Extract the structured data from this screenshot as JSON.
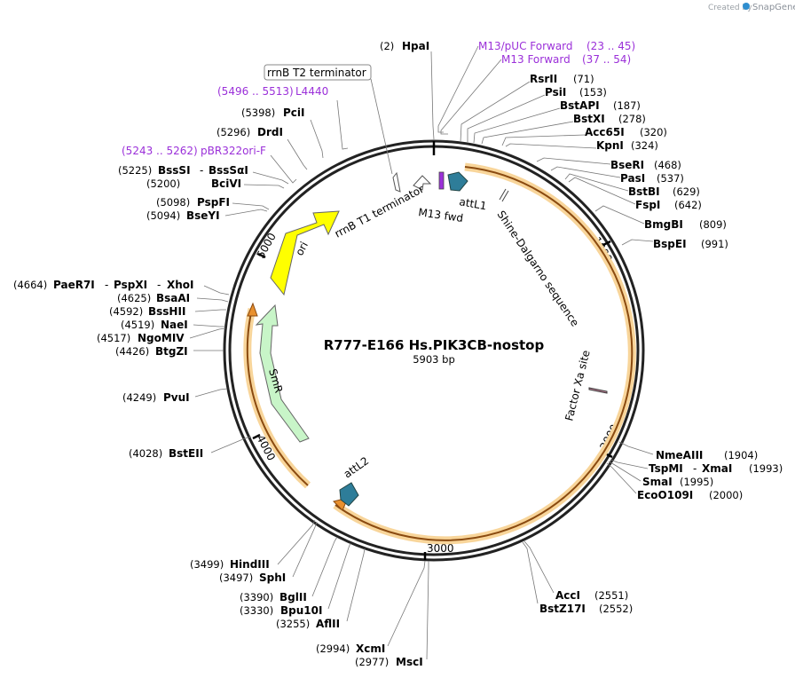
{
  "credit": {
    "prefix": "Created by",
    "brand": "SnapGene"
  },
  "plasmid": {
    "name": "R777-E166 Hs.PIK3CB-nostop",
    "size_label": "5903 bp",
    "length": 5903
  },
  "ticks": [
    "1000",
    "2000",
    "3000",
    "4000",
    "5000"
  ],
  "colors": {
    "backbone": "#222222",
    "orf": "#e8902e",
    "orf_glow": "#f8d59a",
    "ori": "#ffff00",
    "smr": "#c8f5c8",
    "attl": "#2e7d99",
    "purple": "#9b30d9"
  },
  "sites_right": [
    {
      "name": "RsrII",
      "pos": "(71)"
    },
    {
      "name": "PsiI",
      "pos": "(153)"
    },
    {
      "name": "BstAPI",
      "pos": "(187)"
    },
    {
      "name": "BstXI",
      "pos": "(278)"
    },
    {
      "name": "Acc65I",
      "pos": "(320)"
    },
    {
      "name": "KpnI",
      "pos": "(324)"
    },
    {
      "name": "BseRI",
      "pos": "(468)"
    },
    {
      "name": "PasI",
      "pos": "(537)"
    },
    {
      "name": "BstBI",
      "pos": "(629)"
    },
    {
      "name": "FspI",
      "pos": "(642)"
    },
    {
      "name": "BmgBI",
      "pos": "(809)"
    },
    {
      "name": "BspEI",
      "pos": "(991)"
    },
    {
      "name": "NmeAIII",
      "pos": "(1904)"
    },
    {
      "name": "TspMI",
      "sep": "-",
      "name2": "XmaI",
      "pos": "(1993)"
    },
    {
      "name": "SmaI",
      "pos": "(1995)"
    },
    {
      "name": "EcoO109I",
      "pos": "(2000)"
    },
    {
      "name": "AccI",
      "pos": "(2551)"
    },
    {
      "name": "BstZ17I",
      "pos": "(2552)"
    }
  ],
  "sites_left": [
    {
      "name": "HpaI",
      "pos": "(2)"
    },
    {
      "name": "PciI",
      "pos": "(5398)"
    },
    {
      "name": "DrdI",
      "pos": "(5296)"
    },
    {
      "name": "BssSI",
      "sep": "-",
      "name2": "BssSαI",
      "pos": "(5225)"
    },
    {
      "name": "BciVI",
      "pos": "(5200)"
    },
    {
      "name": "PspFI",
      "pos": "(5098)"
    },
    {
      "name": "BseYI",
      "pos": "(5094)"
    },
    {
      "name": "PaeR7I",
      "sep": "-",
      "name2": "PspXI",
      "sep2": "-",
      "name3": "XhoI",
      "pos": "(4664)"
    },
    {
      "name": "BsaAI",
      "pos": "(4625)"
    },
    {
      "name": "BssHII",
      "pos": "(4592)"
    },
    {
      "name": "NaeI",
      "pos": "(4519)"
    },
    {
      "name": "NgoMIV",
      "pos": "(4517)"
    },
    {
      "name": "BtgZI",
      "pos": "(4426)"
    },
    {
      "name": "PvuI",
      "pos": "(4249)"
    },
    {
      "name": "BstEII",
      "pos": "(4028)"
    },
    {
      "name": "HindIII",
      "pos": "(3499)"
    },
    {
      "name": "SphI",
      "pos": "(3497)"
    },
    {
      "name": "BglII",
      "pos": "(3390)"
    },
    {
      "name": "Bpu10I",
      "pos": "(3330)"
    },
    {
      "name": "AflII",
      "pos": "(3255)"
    },
    {
      "name": "XcmI",
      "pos": "(2994)"
    },
    {
      "name": "MscI",
      "pos": "(2977)"
    }
  ],
  "primers": [
    {
      "name": "M13/pUC Forward",
      "range": "(23 .. 45)"
    },
    {
      "name": "M13 Forward",
      "range": "(37 .. 54)"
    },
    {
      "name": "L4440",
      "range": "(5496 .. 5513)"
    },
    {
      "name": "pBR322ori-F",
      "range": "(5243 .. 5262)"
    }
  ],
  "features": {
    "rrnb_t2": "rrnB T2 terminator",
    "rrnb_t1": "rrnB T1 terminator",
    "m13fwd": "M13 fwd",
    "attl1": "attL1",
    "attl2": "attL2",
    "shine": "Shine-Dalgarno sequence",
    "factorxa": "Factor Xa site",
    "ori": "ori",
    "smr": "SmR"
  }
}
